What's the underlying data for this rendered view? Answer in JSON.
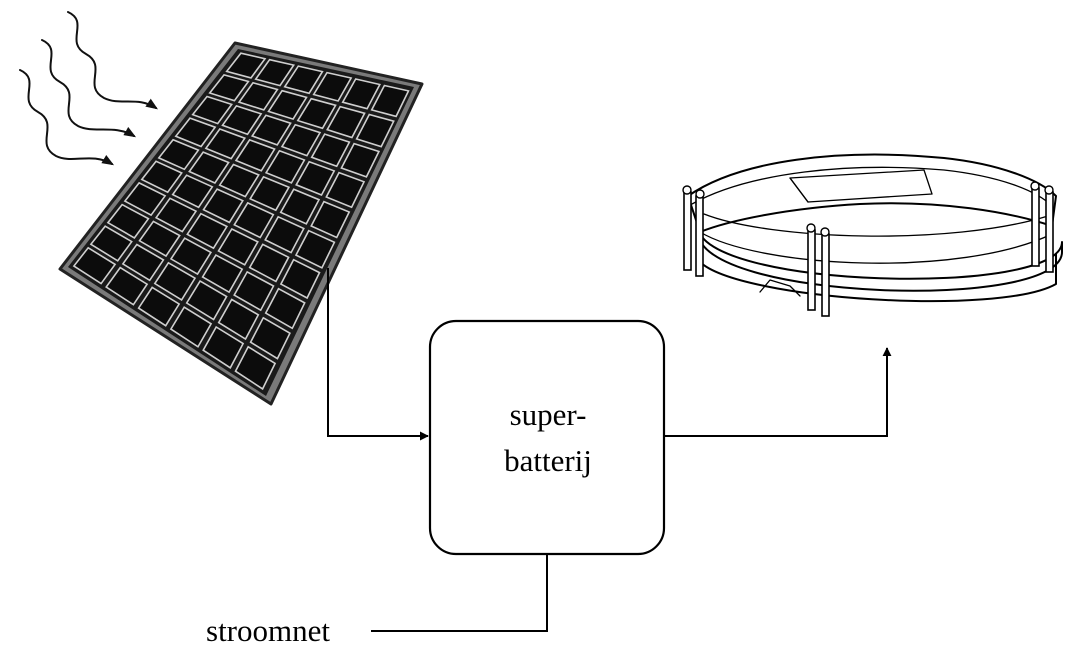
{
  "diagram": {
    "box_label_line1": "super-",
    "box_label_line2": "batterij",
    "grid_label": "stroomnet"
  },
  "icons": {
    "sunlight": "sunlight-rays-icon",
    "panel": "solar-panel-icon",
    "consumer": "stadium-icon"
  },
  "colors": {
    "ink": "#000000",
    "panel_cell": "#0c0c0c",
    "panel_grid": "#cfcfcf",
    "panel_frame": "#7a7a7a"
  }
}
